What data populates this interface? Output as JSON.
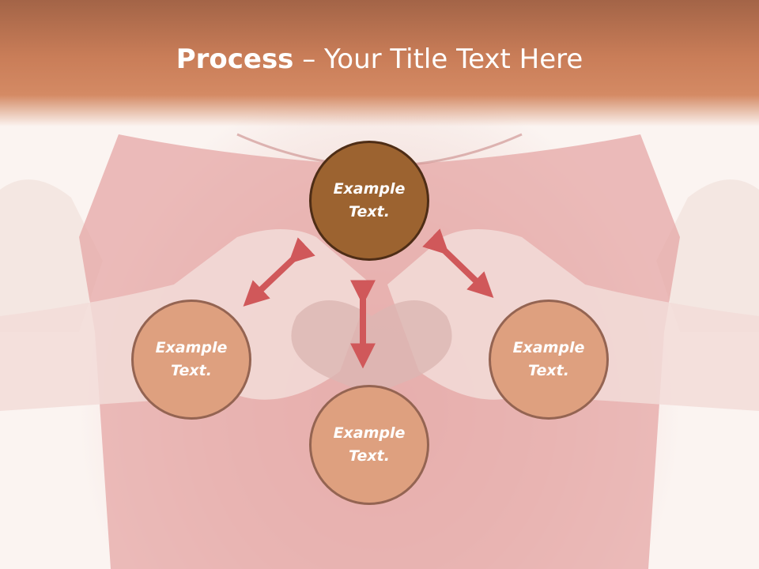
{
  "slide": {
    "title_bold": "Process",
    "title_rest": " – Your Title Text Here",
    "colors": {
      "header": "#c97d58",
      "primary_node": "#9c6330",
      "secondary_node": "#dea07f",
      "arrow": "#d0585a"
    }
  },
  "nodes": [
    {
      "id": "top",
      "line1": "Example",
      "line2": "Text."
    },
    {
      "id": "left",
      "line1": "Example",
      "line2": "Text."
    },
    {
      "id": "bottom",
      "line1": "Example",
      "line2": "Text."
    },
    {
      "id": "right",
      "line1": "Example",
      "line2": "Text."
    }
  ],
  "arrows": [
    {
      "from": "top",
      "to": "left",
      "type": "double"
    },
    {
      "from": "top",
      "to": "bottom",
      "type": "double"
    },
    {
      "from": "top",
      "to": "right",
      "type": "double"
    }
  ]
}
